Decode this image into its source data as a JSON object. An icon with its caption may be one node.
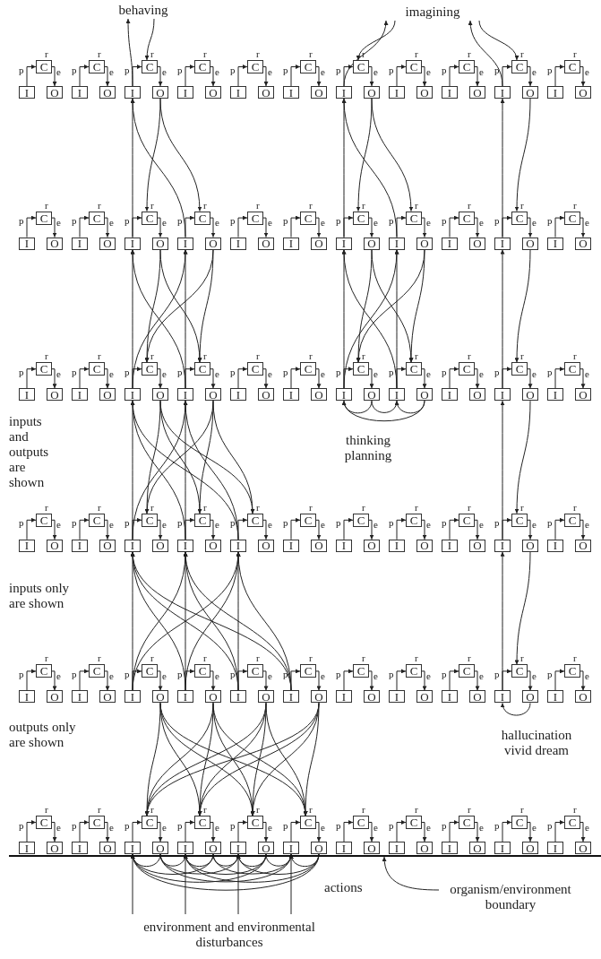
{
  "diagram": {
    "nodes": [
      {
        "text": [
          "C"
        ],
        "beside": [
          "r"
        ]
      },
      {
        "text": [
          "I"
        ]
      },
      {
        "text": [
          "O"
        ]
      },
      {
        "text": [
          "C"
        ],
        "beside": [
          "r"
        ]
      },
      {
        "text": [
          "I"
        ]
      },
      {
        "text": [
          "O"
        ]
      },
      {
        "text": [
          "C"
        ],
        "beside": [
          "r"
        ]
      },
      {
        "text": [
          "I"
        ]
      },
      {
        "text": [
          "O"
        ]
      },
      {
        "text": [
          "C"
        ],
        "beside": [
          "r"
        ]
      },
      {
        "text": [
          "I"
        ]
      },
      {
        "text": [
          "O"
        ]
      },
      {
        "text": [
          "C"
        ],
        "beside": [
          "r"
        ]
      },
      {
        "text": [
          "I"
        ]
      },
      {
        "text": [
          "O"
        ]
      },
      {
        "text": [
          "C"
        ],
        "beside": [
          "r"
        ]
      },
      {
        "text": [
          "I"
        ]
      },
      {
        "text": [
          "O"
        ]
      },
      {
        "text": [
          "C"
        ],
        "beside": [
          "r"
        ]
      },
      {
        "text": [
          "I"
        ]
      },
      {
        "text": [
          "O"
        ]
      },
      {
        "text": [
          "C"
        ],
        "beside": [
          "r"
        ]
      },
      {
        "text": [
          "I"
        ]
      },
      {
        "text": [
          "O"
        ]
      },
      {
        "text": [
          "C"
        ],
        "beside": [
          "r"
        ]
      },
      {
        "text": [
          "I"
        ]
      },
      {
        "text": [
          "O"
        ]
      },
      {
        "text": [
          "C"
        ],
        "beside": [
          "r"
        ]
      },
      {
        "text": [
          "I"
        ]
      },
      {
        "text": [
          "O"
        ]
      },
      {
        "text": [
          "C"
        ],
        "beside": [
          "r"
        ]
      },
      {
        "text": [
          "I"
        ]
      },
      {
        "text": [
          "O"
        ]
      },
      {
        "text": [
          "C"
        ],
        "beside": [
          "r"
        ]
      },
      {
        "text": [
          "I"
        ]
      },
      {
        "text": [
          "O"
        ]
      },
      {
        "text": [
          "C"
        ],
        "beside": [
          "r"
        ]
      },
      {
        "text": [
          "I"
        ]
      },
      {
        "text": [
          "O"
        ]
      },
      {
        "text": [
          "C"
        ],
        "beside": [
          "r"
        ]
      },
      {
        "text": [
          "I"
        ]
      },
      {
        "text": [
          "O"
        ]
      },
      {
        "text": [
          "C"
        ],
        "beside": [
          "r"
        ]
      },
      {
        "text": [
          "I"
        ]
      },
      {
        "text": [
          "O"
        ]
      },
      {
        "text": [
          "C"
        ],
        "beside": [
          "r"
        ]
      },
      {
        "text": [
          "I"
        ]
      },
      {
        "text": [
          "O"
        ]
      },
      {
        "text": [
          "C"
        ],
        "beside": [
          "r"
        ]
      },
      {
        "text": [
          "I"
        ]
      },
      {
        "text": [
          "O"
        ]
      },
      {
        "text": [
          "C"
        ],
        "beside": [
          "r"
        ]
      },
      {
        "text": [
          "I"
        ]
      },
      {
        "text": [
          "O"
        ]
      },
      {
        "text": [
          "C"
        ],
        "beside": [
          "r"
        ]
      },
      {
        "text": [
          "I"
        ]
      },
      {
        "text": [
          "O"
        ]
      },
      {
        "text": [
          "C"
        ],
        "beside": [
          "r"
        ]
      },
      {
        "text": [
          "I"
        ]
      },
      {
        "text": [
          "O"
        ]
      },
      {
        "text": [
          "C"
        ],
        "beside": [
          "r"
        ]
      },
      {
        "text": [
          "I"
        ]
      },
      {
        "text": [
          "O"
        ]
      },
      {
        "text": [
          "C"
        ],
        "beside": [
          "r"
        ]
      },
      {
        "text": [
          "I"
        ]
      },
      {
        "text": [
          "O"
        ]
      },
      {
        "text": [
          "C"
        ],
        "beside": [
          "r"
        ]
      },
      {
        "text": [
          "I"
        ]
      },
      {
        "text": [
          "O"
        ]
      },
      {
        "text": [
          "C"
        ],
        "beside": [
          "r"
        ]
      },
      {
        "text": [
          "I"
        ]
      },
      {
        "text": [
          "O"
        ]
      },
      {
        "text": [
          "C"
        ],
        "beside": [
          "r"
        ]
      },
      {
        "text": [
          "I"
        ]
      },
      {
        "text": [
          "O"
        ]
      },
      {
        "text": [
          "C"
        ],
        "beside": [
          "r"
        ]
      },
      {
        "text": [
          "I"
        ]
      },
      {
        "text": [
          "O"
        ]
      },
      {
        "text": [
          "C"
        ],
        "beside": [
          "r"
        ]
      },
      {
        "text": [
          "I"
        ]
      },
      {
        "text": [
          "O"
        ]
      },
      {
        "text": [
          "C"
        ],
        "beside": [
          "r"
        ]
      },
      {
        "text": [
          "I"
        ]
      },
      {
        "text": [
          "O"
        ]
      },
      {
        "text": [
          "C"
        ],
        "beside": [
          "r"
        ]
      },
      {
        "text": [
          "I"
        ]
      },
      {
        "text": [
          "O"
        ]
      },
      {
        "text": [
          "C"
        ],
        "beside": [
          "r"
        ]
      },
      {
        "text": [
          "I"
        ]
      },
      {
        "text": [
          "O"
        ]
      },
      {
        "text": [
          "C"
        ],
        "beside": [
          "r"
        ]
      },
      {
        "text": [
          "I"
        ]
      },
      {
        "text": [
          "O"
        ]
      },
      {
        "text": [
          "C"
        ],
        "beside": [
          "r"
        ]
      },
      {
        "text": [
          "I"
        ]
      },
      {
        "text": [
          "O"
        ]
      },
      {
        "text": [
          "C"
        ],
        "beside": [
          "r"
        ]
      },
      {
        "text": [
          "I"
        ]
      },
      {
        "text": [
          "O"
        ]
      },
      {
        "text": [
          "C"
        ],
        "beside": [
          "r"
        ]
      },
      {
        "text": [
          "I"
        ]
      },
      {
        "text": [
          "O"
        ]
      },
      {
        "text": [
          "C"
        ],
        "beside": [
          "r"
        ]
      },
      {
        "text": [
          "I"
        ]
      },
      {
        "text": [
          "O"
        ]
      },
      {
        "text": [
          "C"
        ],
        "beside": [
          "r"
        ]
      },
      {
        "text": [
          "I"
        ]
      },
      {
        "text": [
          "O"
        ]
      },
      {
        "text": [
          "C"
        ],
        "beside": [
          "r"
        ]
      },
      {
        "text": [
          "I"
        ]
      },
      {
        "text": [
          "O"
        ]
      },
      {
        "text": [
          "C"
        ],
        "beside": [
          "r"
        ]
      },
      {
        "text": [
          "I"
        ]
      },
      {
        "text": [
          "O"
        ]
      },
      {
        "text": [
          "C"
        ],
        "beside": [
          "r"
        ]
      },
      {
        "text": [
          "I"
        ]
      },
      {
        "text": [
          "O"
        ]
      },
      {
        "text": [
          "C"
        ],
        "beside": [
          "r"
        ]
      },
      {
        "text": [
          "I"
        ]
      },
      {
        "text": [
          "O"
        ]
      },
      {
        "text": [
          "C"
        ],
        "beside": [
          "r"
        ]
      },
      {
        "text": [
          "I"
        ]
      },
      {
        "text": [
          "O"
        ]
      },
      {
        "text": [
          "C"
        ],
        "beside": [
          "r"
        ]
      },
      {
        "text": [
          "I"
        ]
      },
      {
        "text": [
          "O"
        ]
      },
      {
        "text": [
          "C"
        ],
        "beside": [
          "r"
        ]
      },
      {
        "text": [
          "I"
        ]
      },
      {
        "text": [
          "O"
        ]
      },
      {
        "text": [
          "C"
        ],
        "beside": [
          "r"
        ]
      },
      {
        "text": [
          "I"
        ]
      },
      {
        "text": [
          "O"
        ]
      },
      {
        "text": [
          "C"
        ],
        "beside": [
          "r"
        ]
      },
      {
        "text": [
          "I"
        ]
      },
      {
        "text": [
          "O"
        ]
      },
      {
        "text": [
          "C"
        ],
        "beside": [
          "r"
        ]
      },
      {
        "text": [
          "I"
        ]
      },
      {
        "text": [
          "O"
        ]
      },
      {
        "text": [
          "C"
        ],
        "beside": [
          "r"
        ]
      },
      {
        "text": [
          "I"
        ]
      },
      {
        "text": [
          "O"
        ]
      },
      {
        "text": [
          "C"
        ],
        "beside": [
          "r"
        ]
      },
      {
        "text": [
          "I"
        ]
      },
      {
        "text": [
          "O"
        ]
      },
      {
        "text": [
          "C"
        ],
        "beside": [
          "r"
        ]
      },
      {
        "text": [
          "I"
        ]
      },
      {
        "text": [
          "O"
        ]
      },
      {
        "text": [
          "C"
        ],
        "beside": [
          "r"
        ]
      },
      {
        "text": [
          "I"
        ]
      },
      {
        "text": [
          "O"
        ]
      },
      {
        "text": [
          "C"
        ],
        "beside": [
          "r"
        ]
      },
      {
        "text": [
          "I"
        ]
      },
      {
        "text": [
          "O"
        ]
      },
      {
        "text": [
          "C"
        ],
        "beside": [
          "r"
        ]
      },
      {
        "text": [
          "I"
        ]
      },
      {
        "text": [
          "O"
        ]
      },
      {
        "text": [
          "C"
        ],
        "beside": [
          "r"
        ]
      },
      {
        "text": [
          "I"
        ]
      },
      {
        "text": [
          "O"
        ]
      },
      {
        "text": [
          "C"
        ],
        "beside": [
          "r"
        ]
      },
      {
        "text": [
          "I"
        ]
      },
      {
        "text": [
          "O"
        ]
      },
      {
        "text": [
          "C"
        ],
        "beside": [
          "r"
        ]
      },
      {
        "text": [
          "I"
        ]
      },
      {
        "text": [
          "O"
        ]
      },
      {
        "text": [
          "C"
        ],
        "beside": [
          "r"
        ]
      },
      {
        "text": [
          "I"
        ]
      },
      {
        "text": [
          "O"
        ]
      },
      {
        "text": [
          "C"
        ],
        "beside": [
          "r"
        ]
      },
      {
        "text": [
          "I"
        ]
      },
      {
        "text": [
          "O"
        ]
      },
      {
        "text": [
          "C"
        ],
        "beside": [
          "r"
        ]
      },
      {
        "text": [
          "I"
        ]
      },
      {
        "text": [
          "O"
        ]
      },
      {
        "text": [
          "C"
        ],
        "beside": [
          "r"
        ]
      },
      {
        "text": [
          "I"
        ]
      },
      {
        "text": [
          "O"
        ]
      },
      {
        "text": [
          "C"
        ],
        "beside": [
          "r"
        ]
      },
      {
        "text": [
          "I"
        ]
      },
      {
        "text": [
          "O"
        ]
      },
      {
        "text": [
          "C"
        ],
        "beside": [
          "r"
        ]
      },
      {
        "text": [
          "I"
        ]
      },
      {
        "text": [
          "O"
        ]
      },
      {
        "text": [
          "C"
        ],
        "beside": [
          "r"
        ]
      },
      {
        "text": [
          "I"
        ]
      },
      {
        "text": [
          "O"
        ]
      },
      {
        "text": [
          "C"
        ],
        "beside": [
          "r"
        ]
      },
      {
        "text": [
          "I"
        ]
      },
      {
        "text": [
          "O"
        ]
      },
      {
        "text": [
          "C"
        ],
        "beside": [
          "r"
        ]
      },
      {
        "text": [
          "I"
        ]
      },
      {
        "text": [
          "O"
        ]
      },
      {
        "text": [
          "C"
        ],
        "beside": [
          "r"
        ]
      },
      {
        "text": [
          "I"
        ]
      },
      {
        "text": [
          "O"
        ]
      },
      {
        "text": [
          "C"
        ],
        "beside": [
          "r"
        ]
      },
      {
        "text": [
          "I"
        ]
      },
      {
        "text": [
          "O"
        ]
      },
      {
        "text": [
          "behaving"
        ]
      },
      {
        "text": [
          "imagining"
        ]
      },
      {
        "text": [
          "organism/environment boundary"
        ]
      },
      {
        "text": [],
        "shape": "line"
      }
    ],
    "edges": [
      {
        "from": 1,
        "to": 0,
        "arrow": "to",
        "label": "p"
      },
      {
        "from": 0,
        "to": 2,
        "arrow": "to",
        "label": "e"
      },
      {
        "from": 4,
        "to": 3,
        "arrow": "to",
        "label": "p"
      },
      {
        "from": 3,
        "to": 5,
        "arrow": "to",
        "label": "e"
      },
      {
        "from": 7,
        "to": 6,
        "arrow": "to",
        "label": "p"
      },
      {
        "from": 6,
        "to": 8,
        "arrow": "to",
        "label": "e"
      },
      {
        "from": 10,
        "to": 9,
        "arrow": "to",
        "label": "p"
      },
      {
        "from": 9,
        "to": 11,
        "arrow": "to",
        "label": "e"
      },
      {
        "from": 13,
        "to": 12,
        "arrow": "to",
        "label": "p"
      },
      {
        "from": 12,
        "to": 14,
        "arrow": "to",
        "label": "e"
      },
      {
        "from": 16,
        "to": 15,
        "arrow": "to",
        "label": "p"
      },
      {
        "from": 15,
        "to": 17,
        "arrow": "to",
        "label": "e"
      },
      {
        "from": 19,
        "to": 18,
        "arrow": "to",
        "label": "p"
      },
      {
        "from": 18,
        "to": 20,
        "arrow": "to",
        "label": "e"
      },
      {
        "from": 22,
        "to": 21,
        "arrow": "to",
        "label": "p"
      },
      {
        "from": 21,
        "to": 23,
        "arrow": "to",
        "label": "e"
      },
      {
        "from": 25,
        "to": 24,
        "arrow": "to",
        "label": "p"
      },
      {
        "from": 24,
        "to": 26,
        "arrow": "to",
        "label": "e"
      },
      {
        "from": 28,
        "to": 27,
        "arrow": "to",
        "label": "p"
      },
      {
        "from": 27,
        "to": 29,
        "arrow": "to",
        "label": "e"
      },
      {
        "from": 31,
        "to": 30,
        "arrow": "to",
        "label": "p"
      },
      {
        "from": 30,
        "to": 32,
        "arrow": "to",
        "label": "e"
      },
      {
        "from": 34,
        "to": 33,
        "arrow": "to",
        "label": "p"
      },
      {
        "from": 33,
        "to": 35,
        "arrow": "to",
        "label": "e"
      },
      {
        "from": 37,
        "to": 36,
        "arrow": "to",
        "label": "p"
      },
      {
        "from": 36,
        "to": 38,
        "arrow": "to",
        "label": "e"
      },
      {
        "from": 40,
        "to": 39,
        "arrow": "to",
        "label": "p"
      },
      {
        "from": 39,
        "to": 41,
        "arrow": "to",
        "label": "e"
      },
      {
        "from": 43,
        "to": 42,
        "arrow": "to",
        "label": "p"
      },
      {
        "from": 42,
        "to": 44,
        "arrow": "to",
        "label": "e"
      },
      {
        "from": 46,
        "to": 45,
        "arrow": "to",
        "label": "p"
      },
      {
        "from": 45,
        "to": 47,
        "arrow": "to",
        "label": "e"
      },
      {
        "from": 49,
        "to": 48,
        "arrow": "to",
        "label": "p"
      },
      {
        "from": 48,
        "to": 50,
        "arrow": "to",
        "label": "e"
      },
      {
        "from": 52,
        "to": 51,
        "arrow": "to",
        "label": "p"
      },
      {
        "from": 51,
        "to": 53,
        "arrow": "to",
        "label": "e"
      },
      {
        "from": 55,
        "to": 54,
        "arrow": "to",
        "label": "p"
      },
      {
        "from": 54,
        "to": 56,
        "arrow": "to",
        "label": "e"
      },
      {
        "from": 58,
        "to": 57,
        "arrow": "to",
        "label": "p"
      },
      {
        "from": 57,
        "to": 59,
        "arrow": "to",
        "label": "e"
      },
      {
        "from": 61,
        "to": 60,
        "arrow": "to",
        "label": "p"
      },
      {
        "from": 60,
        "to": 62,
        "arrow": "to",
        "label": "e"
      },
      {
        "from": 64,
        "to": 63,
        "arrow": "to",
        "label": "p"
      },
      {
        "from": 63,
        "to": 65,
        "arrow": "to",
        "label": "e"
      },
      {
        "from": 67,
        "to": 66,
        "arrow": "to",
        "label": "p"
      },
      {
        "from": 66,
        "to": 68,
        "arrow": "to",
        "label": "e"
      },
      {
        "from": 70,
        "to": 69,
        "arrow": "to",
        "label": "p"
      },
      {
        "from": 69,
        "to": 71,
        "arrow": "to",
        "label": "e"
      },
      {
        "from": 73,
        "to": 72,
        "arrow": "to",
        "label": "p"
      },
      {
        "from": 72,
        "to": 74,
        "arrow": "to",
        "label": "e"
      },
      {
        "from": 76,
        "to": 75,
        "arrow": "to",
        "label": "p"
      },
      {
        "from": 75,
        "to": 77,
        "arrow": "to",
        "label": "e"
      },
      {
        "from": 79,
        "to": 78,
        "arrow": "to",
        "label": "p"
      },
      {
        "from": 78,
        "to": 80,
        "arrow": "to",
        "label": "e"
      },
      {
        "from": 82,
        "to": 81,
        "arrow": "to",
        "label": "p"
      },
      {
        "from": 81,
        "to": 83,
        "arrow": "to",
        "label": "e"
      },
      {
        "from": 85,
        "to": 84,
        "arrow": "to",
        "label": "p"
      },
      {
        "from": 84,
        "to": 86,
        "arrow": "to",
        "label": "e"
      },
      {
        "from": 88,
        "to": 87,
        "arrow": "to",
        "label": "p"
      },
      {
        "from": 87,
        "to": 89,
        "arrow": "to",
        "label": "e"
      },
      {
        "from": 91,
        "to": 90,
        "arrow": "to",
        "label": "p"
      },
      {
        "from": 90,
        "to": 92,
        "arrow": "to",
        "label": "e"
      },
      {
        "from": 94,
        "to": 93,
        "arrow": "to",
        "label": "p"
      },
      {
        "from": 93,
        "to": 95,
        "arrow": "to",
        "label": "e"
      },
      {
        "from": 97,
        "to": 96,
        "arrow": "to",
        "label": "p"
      },
      {
        "from": 96,
        "to": 98,
        "arrow": "to",
        "label": "e"
      },
      {
        "from": 100,
        "to": 99,
        "arrow": "to",
        "label": "p"
      },
      {
        "from": 99,
        "to": 101,
        "arrow": "to",
        "label": "e"
      },
      {
        "from": 103,
        "to": 102,
        "arrow": "to",
        "label": "p"
      },
      {
        "from": 102,
        "to": 104,
        "arrow": "to",
        "label": "e"
      },
      {
        "from": 106,
        "to": 105,
        "arrow": "to",
        "label": "p"
      },
      {
        "from": 105,
        "to": 107,
        "arrow": "to",
        "label": "e"
      },
      {
        "from": 109,
        "to": 108,
        "arrow": "to",
        "label": "p"
      },
      {
        "from": 108,
        "to": 110,
        "arrow": "to",
        "label": "e"
      },
      {
        "from": 112,
        "to": 111,
        "arrow": "to",
        "label": "p"
      },
      {
        "from": 111,
        "to": 113,
        "arrow": "to",
        "label": "e"
      },
      {
        "from": 115,
        "to": 114,
        "arrow": "to",
        "label": "p"
      },
      {
        "from": 114,
        "to": 116,
        "arrow": "to",
        "label": "e"
      },
      {
        "from": 118,
        "to": 117,
        "arrow": "to",
        "label": "p"
      },
      {
        "from": 117,
        "to": 119,
        "arrow": "to",
        "label": "e"
      },
      {
        "from": 121,
        "to": 120,
        "arrow": "to",
        "label": "p"
      },
      {
        "from": 120,
        "to": 122,
        "arrow": "to",
        "label": "e"
      },
      {
        "from": 124,
        "to": 123,
        "arrow": "to",
        "label": "p"
      },
      {
        "from": 123,
        "to": 125,
        "arrow": "to",
        "label": "e"
      },
      {
        "from": 127,
        "to": 126,
        "arrow": "to",
        "label": "p"
      },
      {
        "from": 126,
        "to": 128,
        "arrow": "to",
        "label": "e"
      },
      {
        "from": 130,
        "to": 129,
        "arrow": "to",
        "label": "p"
      },
      {
        "from": 129,
        "to": 131,
        "arrow": "to",
        "label": "e"
      },
      {
        "from": 133,
        "to": 132,
        "arrow": "to",
        "label": "p"
      },
      {
        "from": 132,
        "to": 134,
        "arrow": "to",
        "label": "e"
      },
      {
        "from": 136,
        "to": 135,
        "arrow": "to",
        "label": "p"
      },
      {
        "from": 135,
        "to": 137,
        "arrow": "to",
        "label": "e"
      },
      {
        "from": 139,
        "to": 138,
        "arrow": "to",
        "label": "p"
      },
      {
        "from": 138,
        "to": 140,
        "arrow": "to",
        "label": "e"
      },
      {
        "from": 142,
        "to": 141,
        "arrow": "to",
        "label": "p"
      },
      {
        "from": 141,
        "to": 143,
        "arrow": "to",
        "label": "e"
      },
      {
        "from": 145,
        "to": 144,
        "arrow": "to",
        "label": "p"
      },
      {
        "from": 144,
        "to": 146,
        "arrow": "to",
        "label": "e"
      },
      {
        "from": 148,
        "to": 147,
        "arrow": "to",
        "label": "p"
      },
      {
        "from": 147,
        "to": 149,
        "arrow": "to",
        "label": "e"
      },
      {
        "from": 151,
        "to": 150,
        "arrow": "to",
        "label": "p"
      },
      {
        "from": 150,
        "to": 152,
        "arrow": "to",
        "label": "e"
      },
      {
        "from": 154,
        "to": 153,
        "arrow": "to",
        "label": "p"
      },
      {
        "from": 153,
        "to": 155,
        "arrow": "to",
        "label": "e"
      },
      {
        "from": 157,
        "to": 156,
        "arrow": "to",
        "label": "p"
      },
      {
        "from": 156,
        "to": 158,
        "arrow": "to",
        "label": "e"
      },
      {
        "from": 160,
        "to": 159,
        "arrow": "to",
        "label": "p"
      },
      {
        "from": 159,
        "to": 161,
        "arrow": "to",
        "label": "e"
      },
      {
        "from": 163,
        "to": 162,
        "arrow": "to",
        "label": "p"
      },
      {
        "from": 162,
        "to": 164,
        "arrow": "to",
        "label": "e"
      },
      {
        "from": 166,
        "to": 165,
        "arrow": "to",
        "label": "p"
      },
      {
        "from": 165,
        "to": 167,
        "arrow": "to",
        "label": "e"
      },
      {
        "from": 169,
        "to": 168,
        "arrow": "to",
        "label": "p"
      },
      {
        "from": 168,
        "to": 170,
        "arrow": "to",
        "label": "e"
      },
      {
        "from": 172,
        "to": 171,
        "arrow": "to",
        "label": "p"
      },
      {
        "from": 171,
        "to": 173,
        "arrow": "to",
        "label": "e"
      },
      {
        "from": 175,
        "to": 174,
        "arrow": "to",
        "label": "p"
      },
      {
        "from": 174,
        "to": 176,
        "arrow": "to",
        "label": "e"
      },
      {
        "from": 178,
        "to": 177,
        "arrow": "to",
        "label": "p"
      },
      {
        "from": 177,
        "to": 179,
        "arrow": "to",
        "label": "e"
      },
      {
        "from": 181,
        "to": 180,
        "arrow": "to",
        "label": "p"
      },
      {
        "from": 180,
        "to": 182,
        "arrow": "to",
        "label": "e"
      },
      {
        "from": 184,
        "to": 183,
        "arrow": "to",
        "label": "p"
      },
      {
        "from": 183,
        "to": 185,
        "arrow": "to",
        "label": "e"
      },
      {
        "from": 187,
        "to": 186,
        "arrow": "to",
        "label": "p"
      },
      {
        "from": 186,
        "to": 188,
        "arrow": "to",
        "label": "e"
      },
      {
        "from": 190,
        "to": 189,
        "arrow": "to",
        "label": "p"
      },
      {
        "from": 189,
        "to": 191,
        "arrow": "to",
        "label": "e"
      },
      {
        "from": 193,
        "to": 192,
        "arrow": "to",
        "label": "p"
      },
      {
        "from": 192,
        "to": 194,
        "arrow": "to",
        "label": "e"
      },
      {
        "from": 196,
        "to": 195,
        "arrow": "to",
        "label": "p"
      },
      {
        "from": 195,
        "to": 197,
        "arrow": "to",
        "label": "e"
      },
      {
        "from": 7,
        "to": 198,
        "arrow": "to"
      },
      {
        "from": 198,
        "to": 6,
        "arrow": "to"
      },
      {
        "from": 19,
        "to": 199,
        "arrow": "to"
      },
      {
        "from": 199,
        "to": 18,
        "arrow": "to"
      },
      {
        "from": 28,
        "to": 199,
        "arrow": "to"
      },
      {
        "from": 199,
        "to": 27,
        "arrow": "to"
      },
      {
        "from": 40,
        "to": 7,
        "arrow": "to"
      },
      {
        "from": 43,
        "to": 7,
        "arrow": "to"
      },
      {
        "from": 8,
        "to": 39,
        "arrow": "to"
      },
      {
        "from": 8,
        "to": 42,
        "arrow": "to"
      },
      {
        "from": 52,
        "to": 19,
        "arrow": "to"
      },
      {
        "from": 55,
        "to": 19,
        "arrow": "to"
      },
      {
        "from": 20,
        "to": 51,
        "arrow": "to"
      },
      {
        "from": 20,
        "to": 54,
        "arrow": "to"
      },
      {
        "from": 61,
        "to": 28,
        "arrow": "to"
      },
      {
        "from": 29,
        "to": 60,
        "arrow": "to"
      },
      {
        "from": 73,
        "to": 40,
        "arrow": "to"
      },
      {
        "from": 76,
        "to": 40,
        "arrow": "to"
      },
      {
        "from": 73,
        "to": 43,
        "arrow": "to"
      },
      {
        "from": 76,
        "to": 43,
        "arrow": "to"
      },
      {
        "from": 41,
        "to": 72,
        "arrow": "to"
      },
      {
        "from": 41,
        "to": 75,
        "arrow": "to"
      },
      {
        "from": 44,
        "to": 72,
        "arrow": "to"
      },
      {
        "from": 44,
        "to": 75,
        "arrow": "to"
      },
      {
        "from": 85,
        "to": 52,
        "arrow": "to"
      },
      {
        "from": 88,
        "to": 52,
        "arrow": "to"
      },
      {
        "from": 85,
        "to": 55,
        "arrow": "to"
      },
      {
        "from": 88,
        "to": 55,
        "arrow": "to"
      },
      {
        "from": 53,
        "to": 84,
        "arrow": "to"
      },
      {
        "from": 53,
        "to": 87,
        "arrow": "to"
      },
      {
        "from": 56,
        "to": 84,
        "arrow": "to"
      },
      {
        "from": 56,
        "to": 87,
        "arrow": "to"
      },
      {
        "from": 94,
        "to": 61,
        "arrow": "to"
      },
      {
        "from": 62,
        "to": 93,
        "arrow": "to"
      },
      {
        "from": 86,
        "to": 85,
        "arrow": "to"
      },
      {
        "from": 86,
        "to": 88,
        "arrow": "to"
      },
      {
        "from": 89,
        "to": 88,
        "arrow": "to"
      },
      {
        "from": 89,
        "to": 85,
        "arrow": "to"
      },
      {
        "from": 106,
        "to": 73,
        "arrow": "to"
      },
      {
        "from": 109,
        "to": 73,
        "arrow": "to"
      },
      {
        "from": 112,
        "to": 73,
        "arrow": "to"
      },
      {
        "from": 106,
        "to": 76,
        "arrow": "to"
      },
      {
        "from": 109,
        "to": 76,
        "arrow": "to"
      },
      {
        "from": 112,
        "to": 76,
        "arrow": "to"
      },
      {
        "from": 74,
        "to": 105,
        "arrow": "to"
      },
      {
        "from": 74,
        "to": 108,
        "arrow": "to"
      },
      {
        "from": 74,
        "to": 111,
        "arrow": "to"
      },
      {
        "from": 77,
        "to": 105,
        "arrow": "to"
      },
      {
        "from": 77,
        "to": 108,
        "arrow": "to"
      },
      {
        "from": 77,
        "to": 111,
        "arrow": "to"
      },
      {
        "from": 127,
        "to": 94,
        "arrow": "to"
      },
      {
        "from": 95,
        "to": 126,
        "arrow": "to"
      },
      {
        "from": 139,
        "to": 106,
        "arrow": "to"
      },
      {
        "from": 142,
        "to": 106,
        "arrow": "to"
      },
      {
        "from": 145,
        "to": 106,
        "arrow": "to"
      },
      {
        "from": 148,
        "to": 106,
        "arrow": "to"
      },
      {
        "from": 139,
        "to": 109,
        "arrow": "to"
      },
      {
        "from": 142,
        "to": 109,
        "arrow": "to"
      },
      {
        "from": 145,
        "to": 109,
        "arrow": "to"
      },
      {
        "from": 148,
        "to": 109,
        "arrow": "to"
      },
      {
        "from": 139,
        "to": 112,
        "arrow": "to"
      },
      {
        "from": 142,
        "to": 112,
        "arrow": "to"
      },
      {
        "from": 145,
        "to": 112,
        "arrow": "to"
      },
      {
        "from": 148,
        "to": 112,
        "arrow": "to"
      },
      {
        "from": 160,
        "to": 127,
        "arrow": "to"
      },
      {
        "from": 128,
        "to": 159,
        "arrow": "to"
      },
      {
        "from": 161,
        "to": 160,
        "arrow": "to"
      },
      {
        "from": 140,
        "to": 171,
        "arrow": "to"
      },
      {
        "from": 140,
        "to": 174,
        "arrow": "to"
      },
      {
        "from": 140,
        "to": 177,
        "arrow": "to"
      },
      {
        "from": 140,
        "to": 180,
        "arrow": "to"
      },
      {
        "from": 143,
        "to": 171,
        "arrow": "to"
      },
      {
        "from": 143,
        "to": 174,
        "arrow": "to"
      },
      {
        "from": 143,
        "to": 177,
        "arrow": "to"
      },
      {
        "from": 143,
        "to": 180,
        "arrow": "to"
      },
      {
        "from": 146,
        "to": 171,
        "arrow": "to"
      },
      {
        "from": 146,
        "to": 174,
        "arrow": "to"
      },
      {
        "from": 146,
        "to": 177,
        "arrow": "to"
      },
      {
        "from": 146,
        "to": 180,
        "arrow": "to"
      },
      {
        "from": 149,
        "to": 171,
        "arrow": "to"
      },
      {
        "from": 149,
        "to": 174,
        "arrow": "to"
      },
      {
        "from": 149,
        "to": 177,
        "arrow": "to"
      },
      {
        "from": 149,
        "to": 180,
        "arrow": "to"
      },
      {
        "from": 173,
        "to": 172,
        "arrow": "to"
      },
      {
        "from": 173,
        "to": 175,
        "arrow": "to"
      },
      {
        "from": 173,
        "to": 178,
        "arrow": "to"
      },
      {
        "from": 173,
        "to": 181,
        "arrow": "to"
      },
      {
        "from": 176,
        "to": 172,
        "arrow": "to"
      },
      {
        "from": 176,
        "to": 175,
        "arrow": "to"
      },
      {
        "from": 176,
        "to": 178,
        "arrow": "to"
      },
      {
        "from": 176,
        "to": 181,
        "arrow": "to"
      },
      {
        "from": 179,
        "to": 172,
        "arrow": "to"
      },
      {
        "from": 179,
        "to": 175,
        "arrow": "to"
      },
      {
        "from": 179,
        "to": 178,
        "arrow": "to"
      },
      {
        "from": 179,
        "to": 181,
        "arrow": "to"
      },
      {
        "from": 182,
        "to": 172,
        "arrow": "to"
      },
      {
        "from": 182,
        "to": 175,
        "arrow": "to"
      },
      {
        "from": 182,
        "to": 178,
        "arrow": "to"
      },
      {
        "from": 182,
        "to": 181,
        "arrow": "to"
      },
      {
        "from": null,
        "to": 172,
        "arrow": "to"
      },
      {
        "from": null,
        "to": 175,
        "arrow": "to"
      },
      {
        "from": null,
        "to": 178,
        "arrow": "to"
      },
      {
        "from": null,
        "to": 181,
        "arrow": "to"
      },
      {
        "from": 200,
        "to": 201,
        "arrow": "to"
      }
    ],
    "labels": [
      "inputs and outputs are shown",
      "thinking planning",
      "inputs only are shown",
      "outputs only are shown",
      "hallucination vivid dream",
      "actions",
      "environment and environmental disturbances"
    ]
  }
}
